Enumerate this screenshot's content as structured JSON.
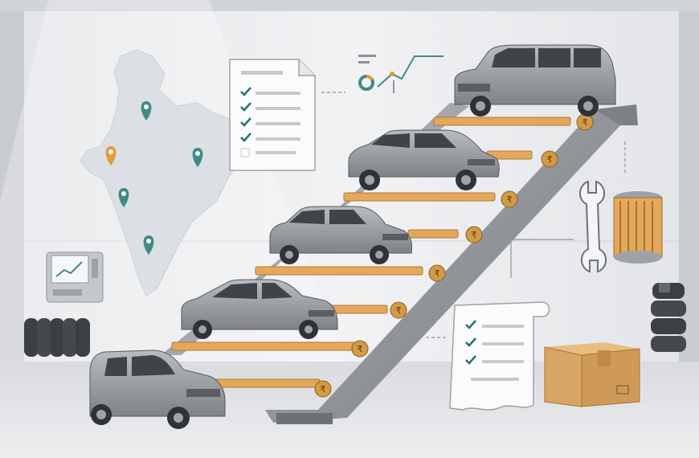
{
  "scene": {
    "currency_symbol": "₹",
    "colors": {
      "wall": "#eceef0",
      "floor": "#dfe1e3",
      "stair_frame": "#8f9296",
      "step_wood": "#e4a85a",
      "coin": "#d39a44",
      "teal_accent": "#3f8b87",
      "orange_accent": "#e29b3b",
      "car_body": "#9fa2a6",
      "box": "#d9a564",
      "check": "#2b6f75"
    },
    "icons": [
      "india-map",
      "location-pin-icon",
      "checklist-document-icon",
      "line-chart-icon",
      "wrench-icon",
      "oil-filter-icon",
      "receipt-checklist-icon",
      "cardboard-box-icon",
      "diagnostic-monitor-icon",
      "tire-stack-icon",
      "rupee-coin-icon"
    ],
    "cars": [
      "hatchback",
      "sedan",
      "compact-suv",
      "midsize-suv",
      "mpv"
    ]
  }
}
